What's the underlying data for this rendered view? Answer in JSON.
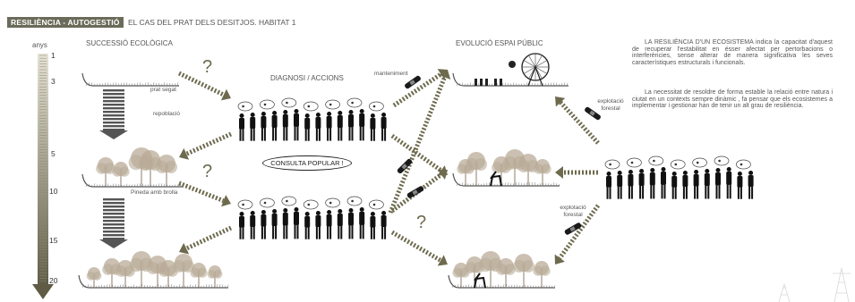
{
  "header": {
    "badge": "RESILIÈNCIA - AUTOGESTIÓ",
    "title": "EL CAS DEL PRAT DELS DESITJOS. HABITAT 1"
  },
  "timeline": {
    "unit": "anys",
    "ticks": [
      "1",
      "3",
      "5",
      "10",
      "15",
      "20"
    ]
  },
  "labels": {
    "succession": "SUCCESSIÓ ECOLÒGICA",
    "diagnosis": "DIAGNOSI / ACCIONS",
    "evolution": "EVOLUCIÓ ESPAI PÚBLIC",
    "prat_segat": "prat segat",
    "repoblacio": "repoblació",
    "pineda": "Pineda amb brolla",
    "manteniment": "manteniment",
    "explotacio_1": "explotació forestal",
    "explotacio_2": "explotació forestal",
    "consulta": "CONSULTA POPULAR !"
  },
  "question_mark": "?",
  "text": {
    "paragraph_1": "LA RESILIÈNCIA D'UN ECOSISTEMA indica la capacitat d'aquest de recuperar l'estabilitat en ésser afectat per pertorbacions o interferències, sense alterar de manera significativa les seves característiques estructurals i funcionals.",
    "paragraph_2": "La necessitat de resoldre de forma estable la relació entre natura i ciutat en un contexts sempre dinàmic , fa pensar que els ecosistemes a implementar i gestionar han de tenir un alt grau de resiliència."
  },
  "colors": {
    "badge": "#6b6b5a",
    "arrow": "#6e6a4e",
    "timeline_dark": "#5f5b45",
    "timeline_light": "#e6e3d6",
    "figure": "#111111",
    "tree": "#b9ab97",
    "step_arrow": "#555555"
  }
}
